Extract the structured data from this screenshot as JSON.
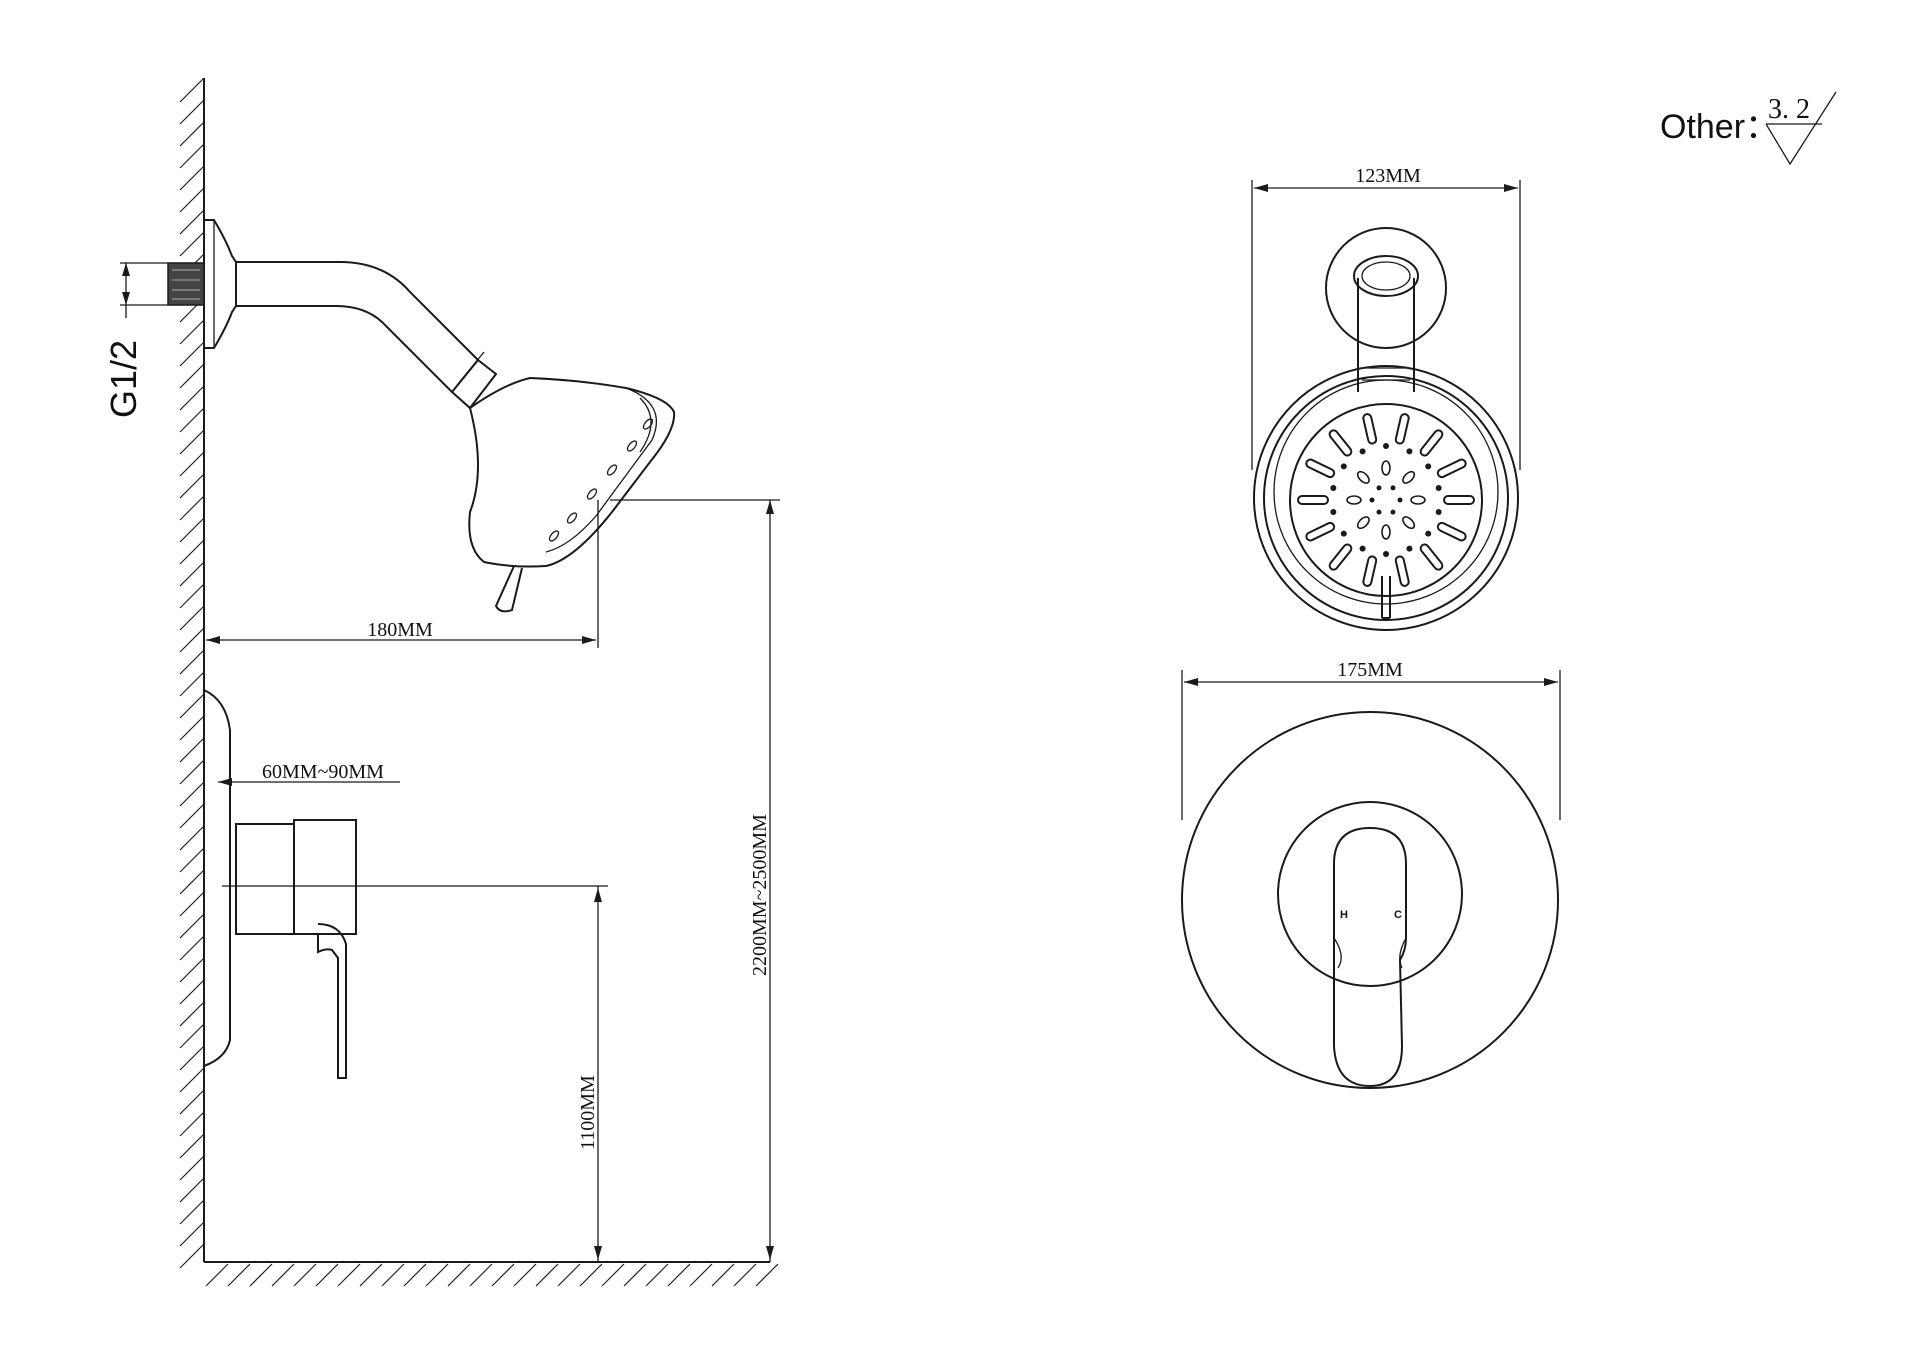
{
  "thread_label": "G1/2",
  "dimensions": {
    "arm_projection": "180MM",
    "wall_depth": "60MM~90MM",
    "shower_height": "2200MM~2500MM",
    "valve_height": "1100MM",
    "head_diameter": "123MM",
    "trim_diameter": "175MM"
  },
  "surface_finish": {
    "label": "Other：",
    "value": "3. 2"
  },
  "valve_markings": {
    "hot": "H",
    "cold": "C"
  }
}
